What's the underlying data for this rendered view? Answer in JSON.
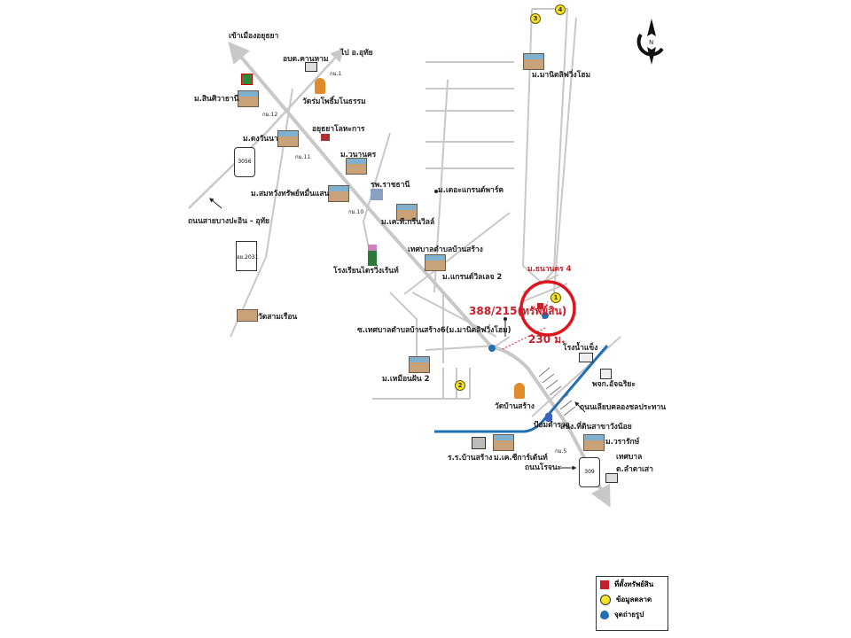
{
  "labels": {
    "to_ayutthaya": "เข้าเมืองอยุธยา",
    "to_uthai": "ไป อ.อุทัย",
    "obt_khanham": "อบต.คานหาม",
    "km1": "กม.1",
    "wat_rom_pho": "วัดร่มโพธิ์มโนธรรม",
    "m_sinsiwa": "ม.สินศิวาธานี",
    "km12": "กม.12",
    "ayutthaya_steel": "อยุธยาโลหะการ",
    "m_dongwanna": "ม.ดงวันนา",
    "km11": "กม.11",
    "m_wananakhon": "ม.วนานคร",
    "hospital_rajthanee": "รพ.ราชธานี",
    "m_somwang": "ม.สมหวังทรัพย์หมื่นแสน",
    "km10": "กม.10",
    "m_grand_park": "ม.เดอะแกรนด์พาร์ค",
    "road_bangpain_uthai": "ถนนสายบางปะอิน - อุทัย",
    "m_kt_green": "ม.เค.ที.กรีนวิลล์",
    "driving_school": "โรงเรียนไดรวิ่งเร้นท์",
    "municipality_bansang": "เทศบาลตำบลบ้านสร้าง",
    "m_grand_village2": "ม.แกรนด์วิลเลจ 2",
    "wat_sam_ruean": "วัดสามเรือน",
    "m_manit_living_home": "ม.มานิตลิฟวิ่งโฮม",
    "m_thananakhon4": "ม.ธนานคร 4",
    "property_address": "388/215(ทรัพย์สิน)",
    "soi_bansang6": "ซ.เทศบาลตำบลบ้านสร้าง6(ม.มานิตลิฟวิ่งโฮม)",
    "distance": "230 ม.",
    "ice_factory": "โรงน้ำแข็ง",
    "m_muean_fan2": "ม.เหมือนฝัน 2",
    "pjk_atchariya": "พจก.อัจฉริยะ",
    "wat_ban_sang": "วัดบ้านสร้าง",
    "canal_road": "ถนนเลียบคลองชลประทาน",
    "police_box": "ป้อมตำรวจ",
    "land_office": "สนง.ที่ดินสาขาวังน้อย",
    "m_wararak": "ม.วรารักษ์",
    "school_bansang": "ร.ร.บ้านสร้าง",
    "m_kc_garden": "ม.เค.ซีการ์เด้นท์",
    "km5": "กม.5",
    "municipality_lamtasao_1": "เทศบาล",
    "municipality_lamtasao_2": "ต.ลำตาเสา",
    "rojana_road": "ถนนโรจนะ"
  },
  "shields": {
    "route_3056": "3056",
    "route_309": "309",
    "route_2031": "อย.2031"
  },
  "markers": [
    "1",
    "2",
    "3",
    "4"
  ],
  "compass": "N",
  "legend": {
    "property": "ที่ตั้งทรัพย์สิน",
    "market_data": "ข้อมูลตลาด",
    "photo_point": "จุดถ่ายรูป"
  },
  "colors": {
    "road": "#c8c8c8",
    "canal": "#1f6fb5",
    "highlight": "#e0141e",
    "property": "#c8202a",
    "marker": "#f3e22a",
    "photo": "#1f6fb5"
  }
}
